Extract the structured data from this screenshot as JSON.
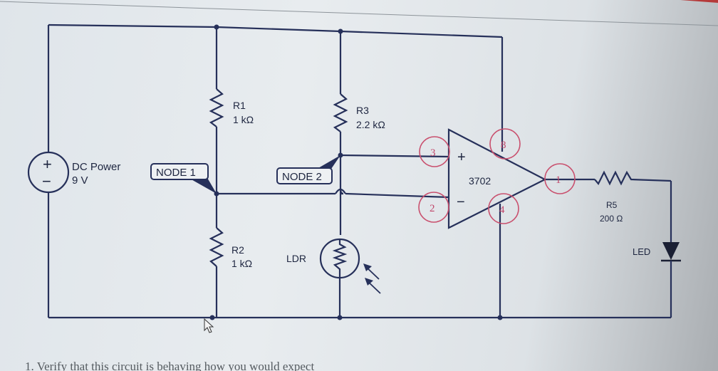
{
  "diagram": {
    "title": "Op-amp comparator LDR light sensor circuit",
    "power": {
      "label": "DC Power",
      "value": "9 V",
      "plus": "+",
      "minus": "−"
    },
    "resistors": [
      {
        "id": "R1",
        "value": "1 kΩ"
      },
      {
        "id": "R2",
        "value": "1 kΩ"
      },
      {
        "id": "R3",
        "value": "2.2 kΩ"
      },
      {
        "id": "R5",
        "value": "200 Ω"
      }
    ],
    "nodes": [
      {
        "label": "NODE 1"
      },
      {
        "label": "NODE 2"
      }
    ],
    "ldr": {
      "label": "LDR"
    },
    "led": {
      "label": "LED"
    },
    "opamp": {
      "part": "3702",
      "plus": "+",
      "minus": "−"
    },
    "pins": [
      "3",
      "2",
      "8",
      "4",
      "1"
    ],
    "caption": "1.   Verify that this circuit is behaving how you would expect"
  },
  "colors": {
    "wire": "#26305a",
    "pin_annotation": "#c9506e",
    "background": "#e3e8ec"
  }
}
